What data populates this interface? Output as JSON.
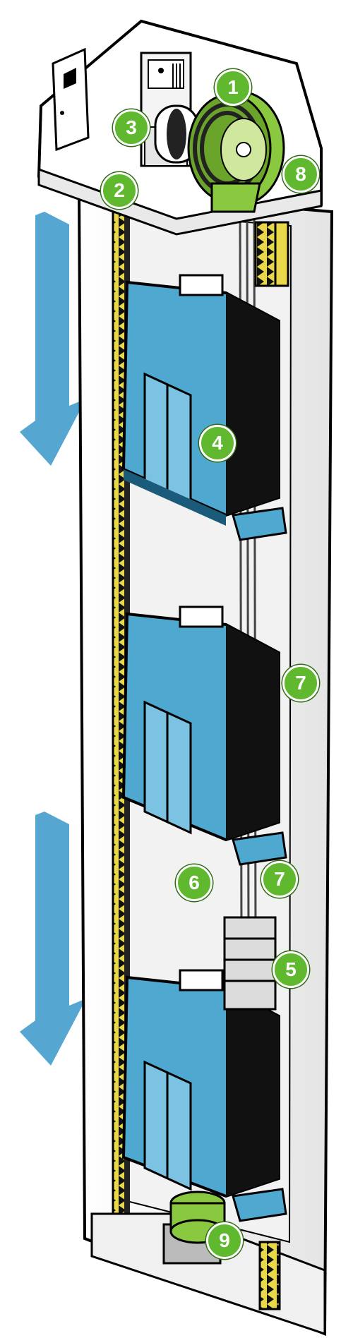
{
  "callouts": {
    "c1": "1",
    "c2": "2",
    "c3": "3",
    "c4": "4",
    "c5": "5",
    "c6": "6",
    "c7a": "7",
    "c7b": "7",
    "c8": "8",
    "c9": "9"
  },
  "colors": {
    "car": "#4fa8d0",
    "arrow": "#55a7d2",
    "machine_green": "#8ac83f",
    "callout_green": "#5fb82e",
    "rail_yellow": "#e8d84a",
    "outline": "#000000"
  },
  "icons": [
    "down-arrow-icon",
    "traction-machine-icon",
    "elevator-car-icon",
    "counterweight-icon",
    "buffer-icon",
    "door-icon",
    "control-cabinet-icon"
  ]
}
